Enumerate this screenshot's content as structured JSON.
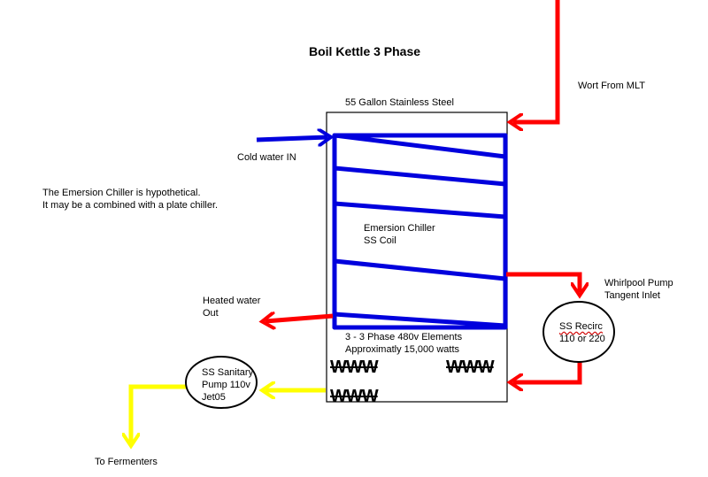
{
  "title": "Boil Kettle 3 Phase",
  "kettle_label": "55 Gallon Stainless Steel",
  "wort_label": "Wort From MLT",
  "cold_water_label": "Cold water IN",
  "note": [
    "The Emersion Chiller is hypothetical.",
    "It may be a combined with a plate chiller."
  ],
  "chiller_label": [
    "Emersion Chiller",
    "SS Coil"
  ],
  "heated_water_label": [
    "Heated water",
    "Out"
  ],
  "whirlpool_label": [
    "Whirlpool Pump",
    "Tangent Inlet"
  ],
  "recirc_label": [
    "SS Recirc",
    "110 or 220"
  ],
  "elements_label": [
    "3 - 3 Phase 480v  Elements",
    "Approximatly 15,000 watts"
  ],
  "element_glyph": "WWW",
  "sanitary_pump_label": [
    "SS Sanitary",
    "Pump 110v",
    "Jet05"
  ],
  "fermenters_label": "To Fermenters",
  "colors": {
    "wort": "#ff0000",
    "coil": "#0000dd",
    "transfer": "#ffff00",
    "outline": "#000000"
  }
}
